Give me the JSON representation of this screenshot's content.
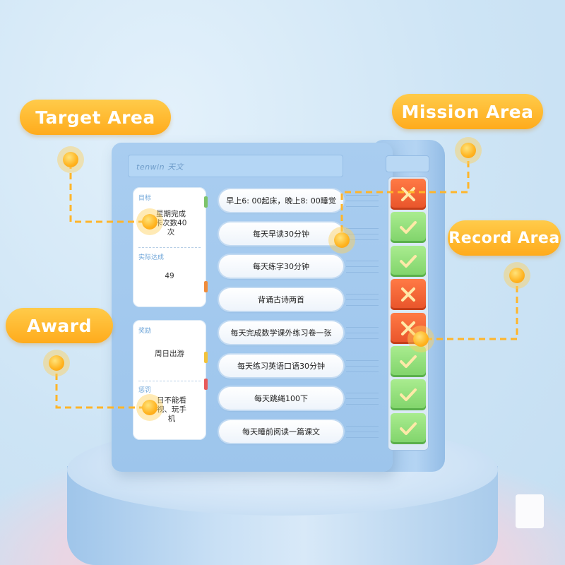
{
  "callouts": {
    "target": "Target Area",
    "mission": "Mission Area",
    "record": "Record Area",
    "award": "Award"
  },
  "board": {
    "logo": "tenwin 天文",
    "target_panel": {
      "label_goal": "目标",
      "goal_text": "星期完成\n卡次数40\n次",
      "label_actual": "实际达成",
      "actual_value": "49"
    },
    "award_panel": {
      "label_reward": "奖励",
      "reward_text": "周日出游",
      "label_penalty": "惩罚",
      "penalty_text": "日不能看\n视、玩手\n机"
    },
    "tasks": [
      "早上6: 00起床，晚上8: 00睡觉",
      "每天早读30分钟",
      "每天练字30分钟",
      "背诵古诗两首",
      "每天完成数学课外练习卷一张",
      "每天练习英语口语30分钟",
      "每天跳绳100下",
      "每天睡前阅读一篇课文"
    ],
    "records": [
      "cross",
      "check",
      "check",
      "cross",
      "cross",
      "check",
      "check",
      "check"
    ]
  },
  "colors": {
    "callout": "#ffb52a",
    "board": "#a9cdf0",
    "record_red": "#ee5a2e",
    "record_green": "#86d86f"
  }
}
